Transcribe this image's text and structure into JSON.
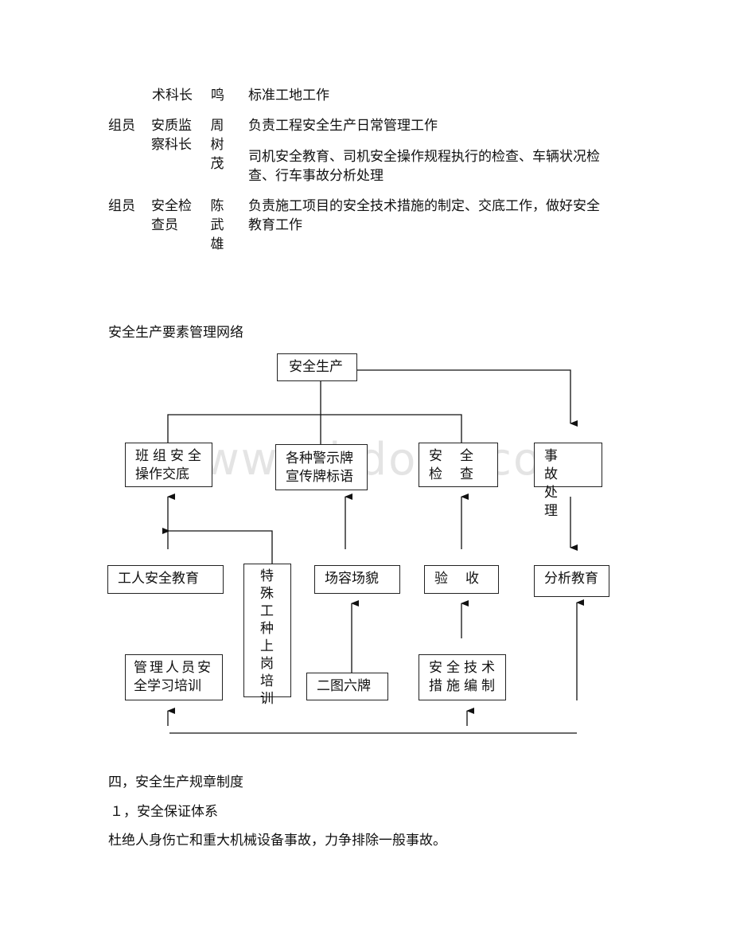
{
  "table": {
    "row0": {
      "role": "",
      "title": "术科长",
      "name": "鸣",
      "duty": "标准工地工作"
    },
    "row1": {
      "role": "组员",
      "title": "安质监察科长",
      "name": "周树茂",
      "duty1": "负责工程安全生产日常管理工作",
      "duty2a": "司机安全教育、司机安全操作规程执行的检查、车辆状况检",
      "duty2b": "查、行车事故分析处理"
    },
    "row2": {
      "role": "组员",
      "title": "安全检查员",
      "name": "陈武雄",
      "duty_a": "负责施工项目的安全技术措施的制定、交底工作，做好安全",
      "duty_b": "教育工作"
    }
  },
  "diagram": {
    "heading": "安全生产要素管理网络",
    "top": "安全生产",
    "b1": {
      "l1": "班组安全",
      "l2": "操作交底"
    },
    "b2": {
      "l1": "各种警示牌",
      "l2": "宣传牌标语"
    },
    "b3": {
      "l1": "安全",
      "l2": "检查"
    },
    "b4": {
      "l1": "事故",
      "l2": "处理"
    },
    "worker": "工人安全教育",
    "special": "特殊工种上岗培训",
    "site": "场容场貌",
    "accept": "验收",
    "analysis": "分析教育",
    "mgmt": {
      "l1": "管理人员安",
      "l2": "全学习培训"
    },
    "signs": "二图六牌",
    "tech": {
      "l1": "安全技术",
      "l2": "措施编制"
    }
  },
  "watermark": "www.bdocx.com",
  "section4": "四，安全生产规章制度",
  "sub1": "１，安全保证体系",
  "para": "杜绝人身伤亡和重大机械设备事故，力争排除一般事故。"
}
